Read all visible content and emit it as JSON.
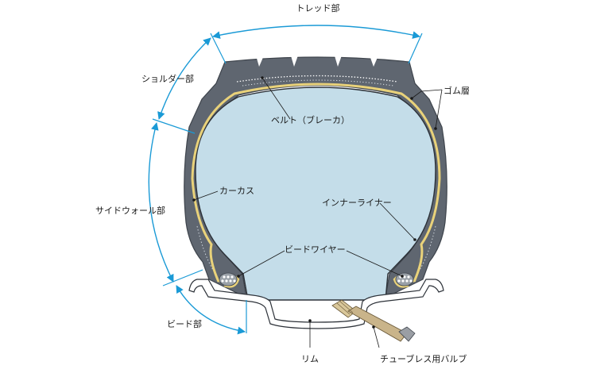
{
  "labels": {
    "tread": "トレッド部",
    "shoulder": "ショルダー部",
    "sidewall": "サイドウォール部",
    "bead": "ビード部",
    "belt": "ベルト（ブレーカ）",
    "rubber_layer": "ゴム層",
    "carcass": "カーカス",
    "inner_liner": "インナーライナー",
    "bead_wire": "ビードワイヤー",
    "rim": "リム",
    "valve": "チューブレス用バルブ"
  },
  "colors": {
    "tire_rubber": "#5f6670",
    "tire_dark": "#3e444c",
    "inner_fill": "#c4dde9",
    "carcass_yellow": "#e9d27a",
    "dimension_blue": "#1a9ad6",
    "rim_fill": "#ffffff",
    "valve_body": "#c9b48a"
  }
}
